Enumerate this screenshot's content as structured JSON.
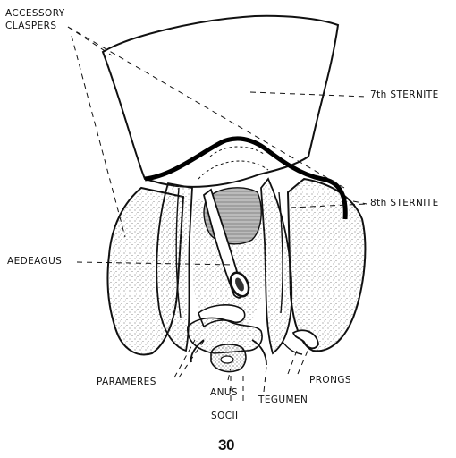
{
  "labels": {
    "accessory_claspers_line1": "ACCESSORY",
    "accessory_claspers_line2": "CLASPERS",
    "sternite7": "7th STERNITE",
    "sternite8": "8th STERNITE",
    "aedeagus": "AEDEAGUS",
    "parameres": "PARAMERES",
    "anus": "ANUS",
    "socii": "SOCII",
    "tegumen": "TEGUMEN",
    "prongs": "PRONGS"
  },
  "figure_number": "30"
}
